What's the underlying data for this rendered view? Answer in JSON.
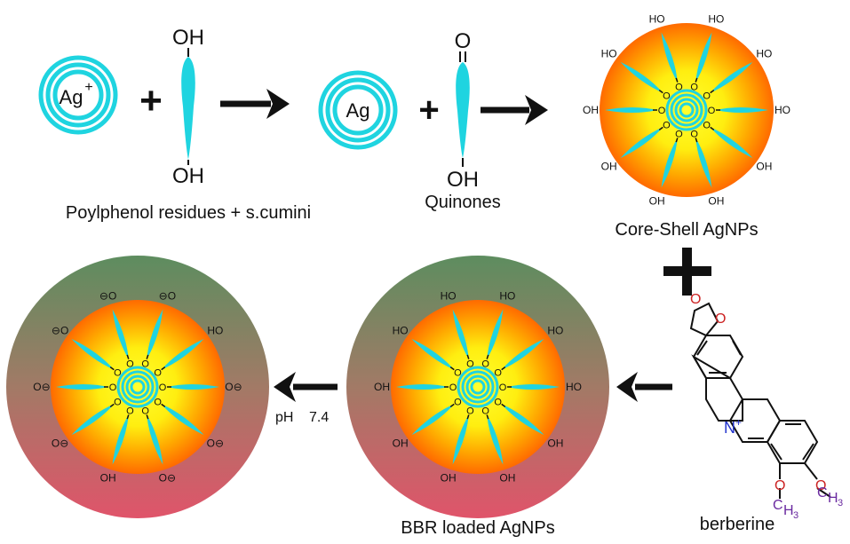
{
  "labels": {
    "ag_ion": "Ag",
    "ag_ion_charge": "+",
    "ag": "Ag",
    "oh": "OH",
    "o": "O",
    "plus": "+",
    "polyphenol_caption": "Poylphenol residues + s.cumini",
    "quinones_caption": "Quinones",
    "core_shell_caption": "Core-Shell AgNPs",
    "bbr_loaded_caption": "BBR loaded AgNPs",
    "berberine_caption": "berberine",
    "ph_label": "pH",
    "ph_value": "7.4",
    "nplus": "N",
    "nplus_charge": "+",
    "ch3_c": "C",
    "ch3_h": "H",
    "ch3_sub": "3"
  },
  "groups": {
    "core_shell_ends": [
      "HO",
      "HO",
      "HO",
      "HO",
      "OH",
      "OH",
      "OH",
      "OH",
      "OH",
      "HO"
    ],
    "bbr_ends": [
      "HO",
      "HO",
      "HO",
      "HO",
      "OH",
      "OH",
      "OH",
      "OH",
      "OH",
      "HO"
    ],
    "ph74_ends": [
      "⊖O",
      "⊖O",
      "HO",
      "O⊖",
      "O⊖",
      "O⊖",
      "OH",
      "O⊖",
      "O⊖",
      "⊖O"
    ]
  },
  "colors": {
    "cyan": "#1fd4e0",
    "orange": "#ff6a00",
    "yellow": "#ffff30",
    "green": "#5d8d5f",
    "red": "#e0546a",
    "black": "#111111",
    "n_blue": "#2233cc",
    "o_red": "#cc2222",
    "ch3_purple": "#6a2aa0"
  },
  "icons": {
    "arrow": "arrow-right-icon",
    "left_arrow": "arrow-left-icon"
  }
}
